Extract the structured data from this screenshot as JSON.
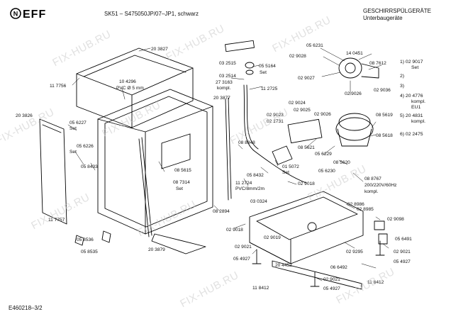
{
  "header": {
    "logo": "NEFF",
    "model": "SK51 – S475050JP/07–JP1, schwarz",
    "title": "GESCHIRRSPÜLGERÄTE",
    "subtitle": "Unterbaugeräte"
  },
  "footer": {
    "code": "E460218–3/2"
  },
  "watermark": "FIX-HUB.RU",
  "legend": [
    "1)  02 9017",
    "Set",
    "2)",
    "3)",
    "4)  20 4776",
    "kompl.",
    "EU1",
    "5)  20 4831",
    "kompl.",
    "6)  02 2475"
  ],
  "parts": [
    "20 3827",
    "11 7756",
    "10 4296",
    "PVC Ø 5 mm",
    "20 3877",
    "03 2515",
    "03 2514",
    "27 3163",
    "kompl.",
    "05 5164",
    "Set",
    "11 2725",
    "05 6231",
    "14 0451",
    "02 9028",
    "02 9027",
    "08 7612",
    "02 9026",
    "02 9036",
    "02 9024",
    "02 9026",
    "02 9023",
    "02 1731",
    "02 9025",
    "08 5619",
    "08 5618",
    "08 5621",
    "05 6229",
    "08 5620",
    "05 6230",
    "08 8767",
    "200/220V/60Hz",
    "kompl.",
    "20 3826",
    "05 6227",
    "Set",
    "05 6226",
    "Set",
    "05 8433",
    "08 8848",
    "01 5072",
    "Set",
    "05 8432",
    "08 5615",
    "08 7314",
    "Set",
    "11 2724",
    "PVC/8mm/2m",
    "02 9018",
    "03 0324",
    "02 8986",
    "02 8985",
    "02 9098",
    "11 7757",
    "08 2894",
    "02 9018",
    "02 9021",
    "02 9019",
    "05 8536",
    "05 8535",
    "20 3879",
    "05 4927",
    "20 4452",
    "02 9295",
    "05 6491",
    "02 9021",
    "05 4927",
    "06 6492",
    "11 8412",
    "02 9021",
    "11 8412",
    "05 4927"
  ]
}
